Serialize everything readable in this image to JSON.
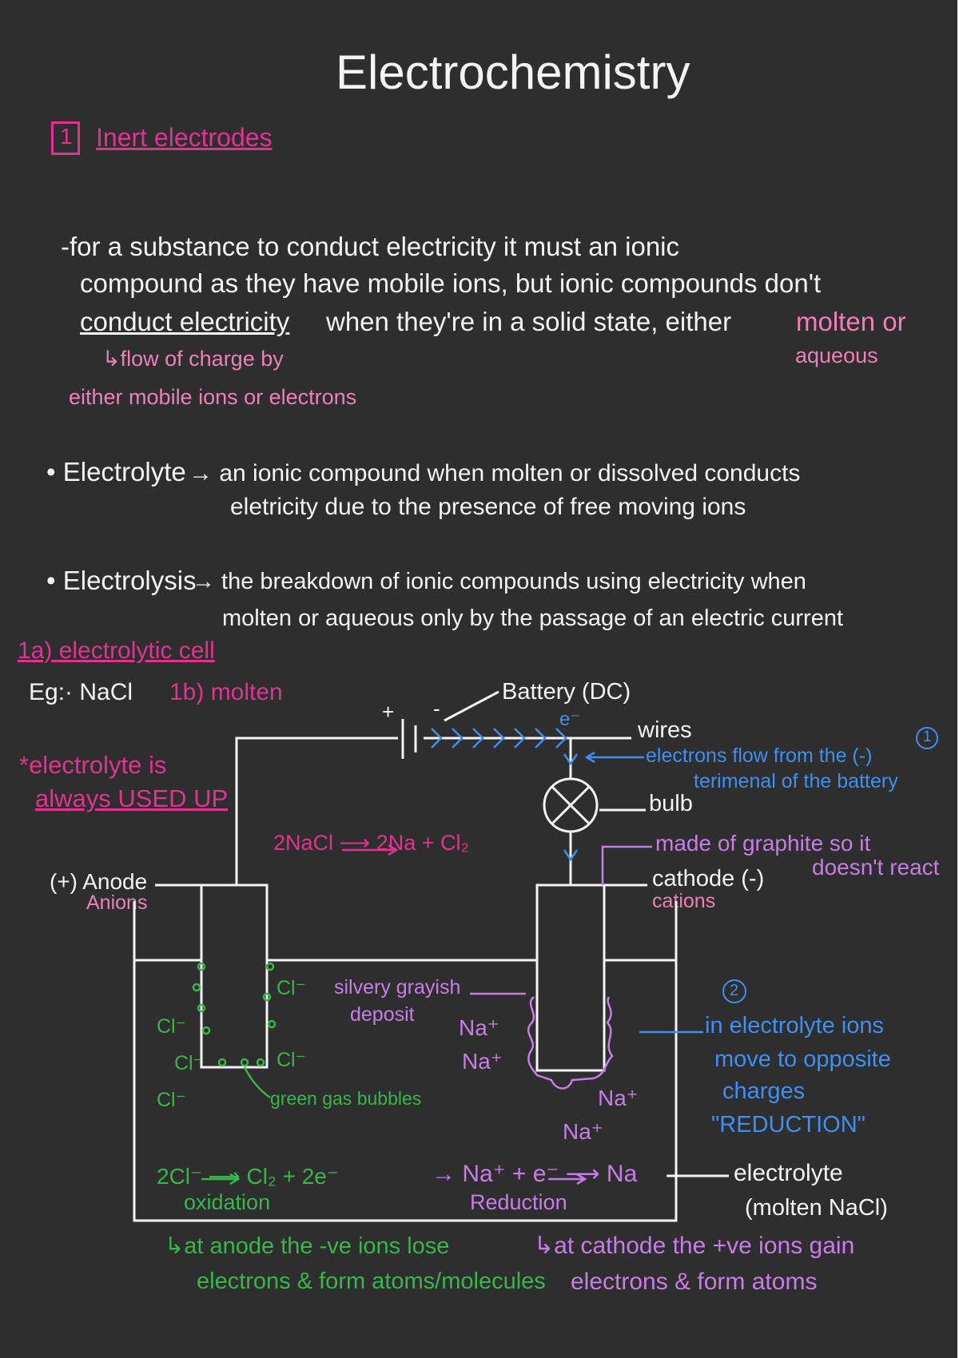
{
  "page": {
    "title": "Electrochemistry",
    "section_number": "1",
    "section_heading": "Inert electrodes"
  },
  "intro": {
    "line1": "-for a substance to conduct electricity it must an ionic",
    "line2": "compound as they have mobile ions, but ionic compounds don't",
    "line3_a": "conduct electricity",
    "line3_b": "when they're in a solid state, either",
    "line3_c": "molten or",
    "line4_a": "↳flow of charge by",
    "line4_b": "aqueous",
    "line5": "either mobile ions or electrons"
  },
  "electrolyte_def": {
    "term": "• Electrolyte",
    "line1": "→ an ionic compound when molten or dissolved conducts",
    "line2": "eletricity due to the presence of free moving ions"
  },
  "electrolysis_def": {
    "term": "• Electrolysis",
    "line1": "→ the breakdown of ionic compounds using electricity when",
    "line2": "molten or aqueous only by the passage of an electric current"
  },
  "diagram": {
    "label_1a": "1a) electrolytic cell",
    "eg": "Eg:· NaCl",
    "label_1b": "1b) molten",
    "note_used_up_1": "*electrolyte is",
    "note_used_up_2": "always USED UP",
    "battery": "Battery (DC)",
    "plus_sign": "+",
    "minus_sign": "-",
    "e_label": "e⁻",
    "wires": "wires",
    "electrons_flow_1": "electrons flow from the (-)",
    "electrons_flow_2": "terimenal of the battery",
    "circle_1": "1",
    "bulb": "bulb",
    "equation_overall": "2NaCl ⟶ 2Na + Cl₂",
    "graphite_1": "made of graphite so it",
    "graphite_2": "doesn't react",
    "anode_label": "(+) Anode",
    "anode_sub": "Anions",
    "cathode_label": "cathode (-)",
    "cathode_sub": "cations",
    "cl_ions": [
      "Cl⁻",
      "Cl⁻",
      "Cl⁻",
      "Cl⁻",
      "Cl⁻"
    ],
    "na_ions": [
      "Na⁺",
      "Na⁺",
      "Na⁺",
      "Na⁺"
    ],
    "silvery_1": "silvery grayish",
    "silvery_2": "deposit",
    "green_gas": "green gas bubbles",
    "circle_2": "2",
    "migration_1": "in electrolyte ions",
    "migration_2": "move to opposite",
    "migration_3": "charges",
    "migration_4": "\"REDUCTION\"",
    "anode_eq": "2Cl⁻ ⟶ Cl₂ + 2e⁻",
    "anode_eq_sub": "oxidation",
    "cathode_eq": "→ Na⁺ + e⁻ ⟶ Na",
    "cathode_eq_sub": "Reduction",
    "electrolyte_label": "electrolyte",
    "electrolyte_sub": "(molten NaCl)",
    "anode_note_1": "↳at anode the -ve ions lose",
    "anode_note_2": "electrons & form atoms/molecules",
    "cathode_note_1": "↳at cathode the +ve ions gain",
    "cathode_note_2": "electrons & form atoms"
  },
  "colors": {
    "board": "#2e2e2f",
    "white_ink": "#f4f4f4",
    "pink": "#e0338f",
    "light_pink": "#ee7fb8",
    "green": "#39b54a",
    "blue": "#3f8ff0",
    "purple": "#c77ce8"
  }
}
